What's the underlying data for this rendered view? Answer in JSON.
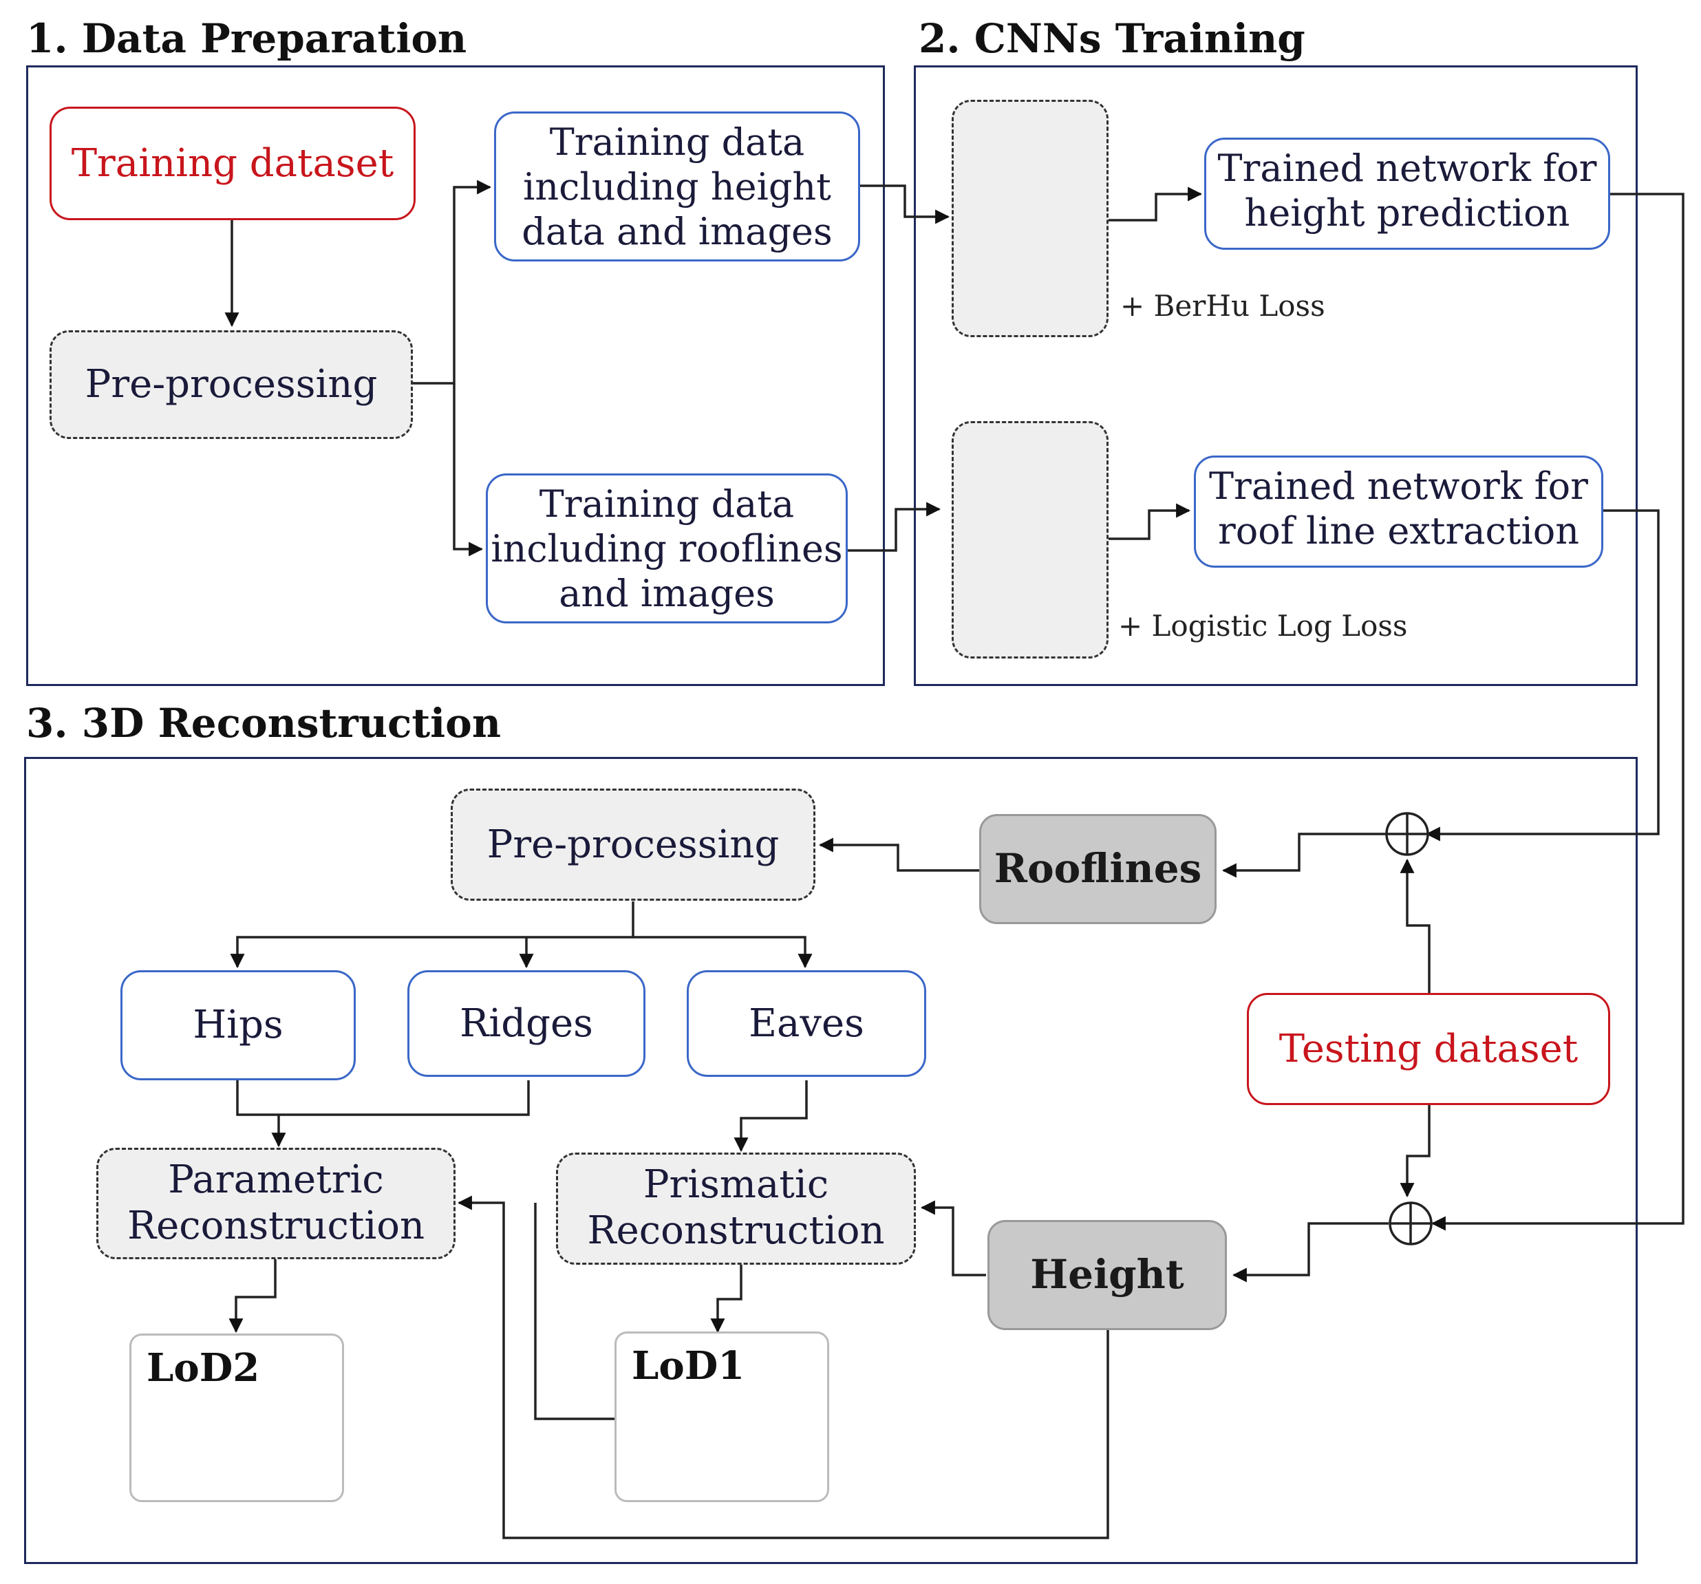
{
  "sections": {
    "data_preparation": "1. Data Preparation",
    "cnns_training": "2. CNNs Training",
    "reconstruction": "3. 3D Reconstruction"
  },
  "prep": {
    "training_dataset": "Training dataset",
    "preprocessing": "Pre-processing",
    "height_data": [
      "Training data",
      "including height",
      "data and images"
    ],
    "roofline_data": [
      "Training data",
      "including rooflines",
      "and images"
    ]
  },
  "training": {
    "height_network": [
      "Trained network  for",
      "height prediction"
    ],
    "roofline_network": [
      "Trained network  for",
      "roof line extraction"
    ],
    "berhu_loss": "+ BerHu Loss",
    "logistic_loss": "+ Logistic Log Loss"
  },
  "recon": {
    "preprocessing": "Pre-processing",
    "rooflines": "Rooflines",
    "height": "Height",
    "testing_dataset": "Testing dataset",
    "hips": "Hips",
    "ridges": "Ridges",
    "eaves": "Eaves",
    "parametric": [
      "Parametric",
      "Reconstruction"
    ],
    "prismatic": [
      "Prismatic",
      "Reconstruction"
    ],
    "lod2": "LoD2",
    "lod1": "LoD1"
  },
  "colors": {
    "panel_border": "#1f2a5c",
    "blue_border": "#3a67c8",
    "red_text": "#c8151c",
    "node_blue": "#5a5ab4",
    "node_green": "#2ea62e",
    "house_red": "#e3202a",
    "house_blue": "#3b45c8"
  }
}
